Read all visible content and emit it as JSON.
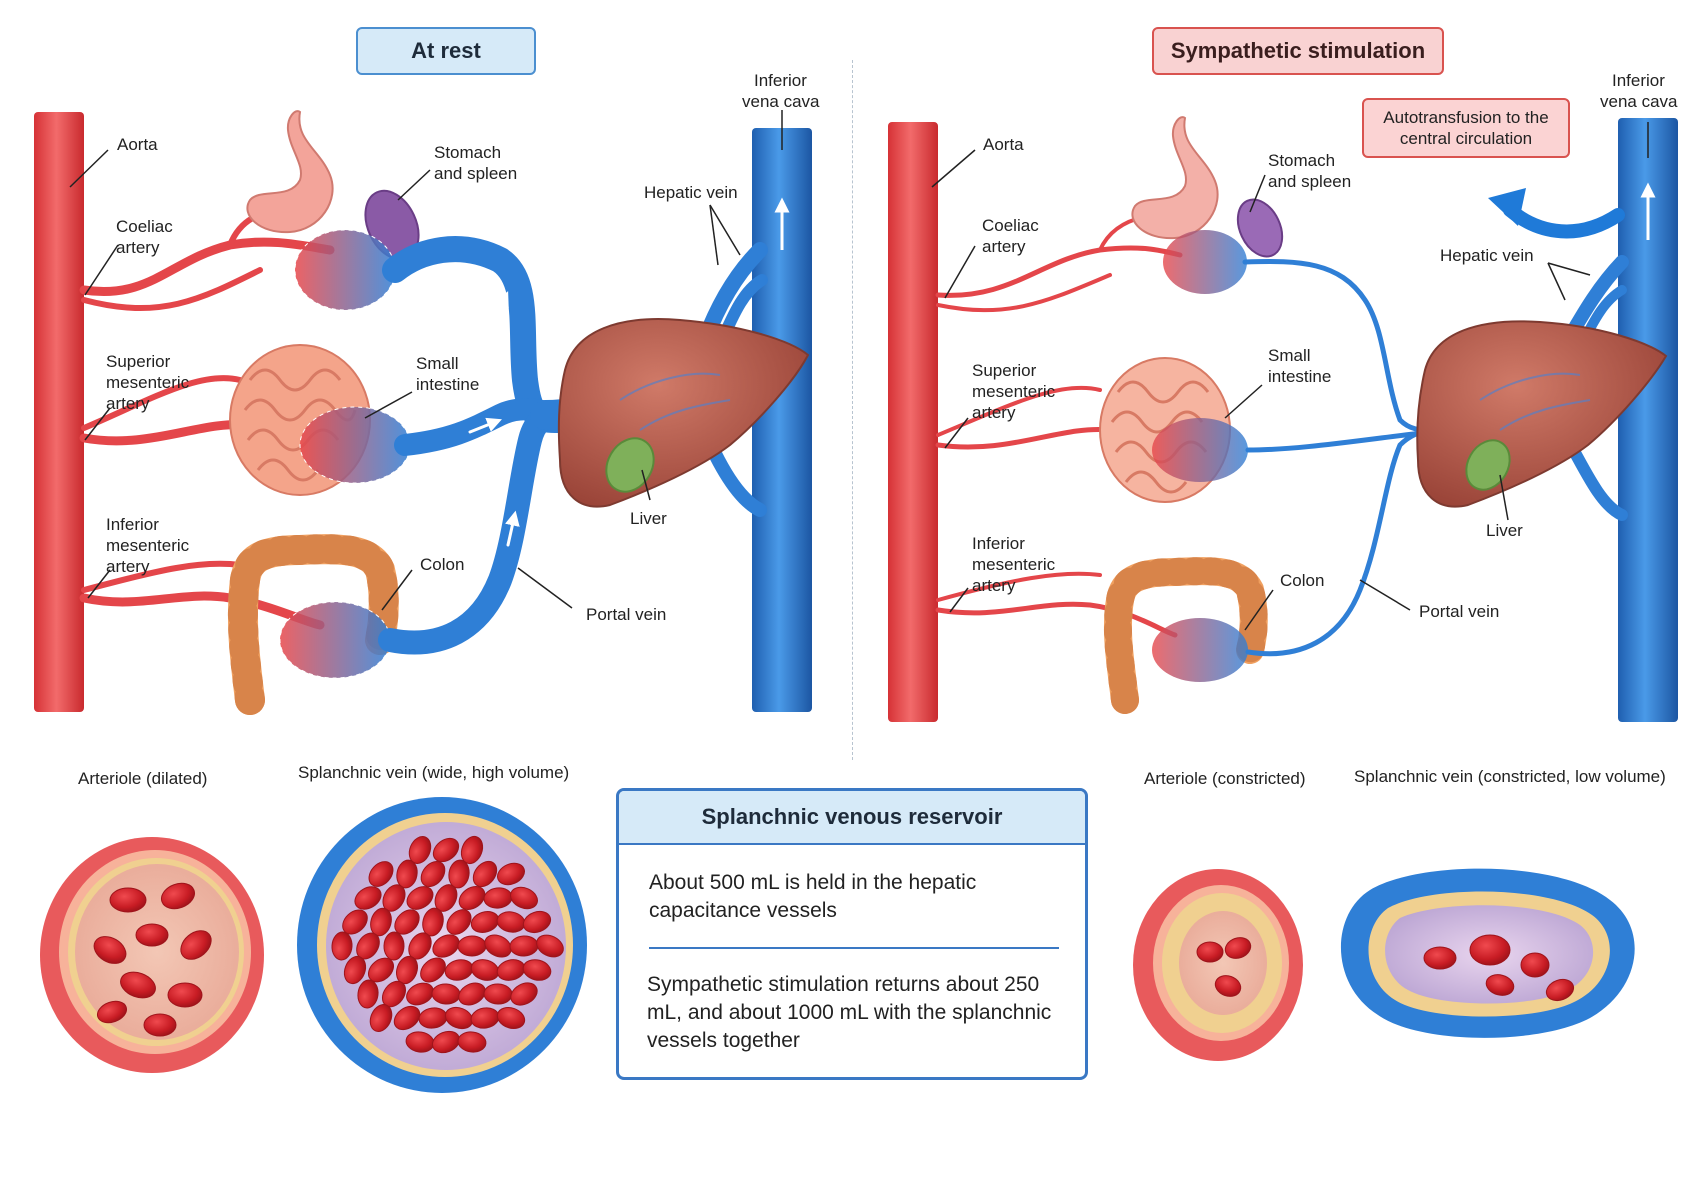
{
  "panels": {
    "rest": {
      "title": "At rest",
      "labels": {
        "aorta": "Aorta",
        "coeliac_1": "Coeliac",
        "coeliac_2": "artery",
        "sma_1": "Superior",
        "sma_2": "mesenteric",
        "sma_3": "artery",
        "ima_1": "Inferior",
        "ima_2": "mesenteric",
        "ima_3": "artery",
        "stomach_1": "Stomach",
        "stomach_2": "and spleen",
        "small_int_1": "Small",
        "small_int_2": "intestine",
        "colon": "Colon",
        "hepatic_vein": "Hepatic vein",
        "ivc_1": "Inferior",
        "ivc_2": "vena cava",
        "liver": "Liver",
        "portal_vein": "Portal vein"
      }
    },
    "symp": {
      "title": "Sympathetic stimulation",
      "autotransfusion": "Autotransfusion to the central circulation",
      "labels": {
        "aorta": "Aorta",
        "coeliac_1": "Coeliac",
        "coeliac_2": "artery",
        "sma_1": "Superior",
        "sma_2": "mesenteric",
        "sma_3": "artery",
        "ima_1": "Inferior",
        "ima_2": "mesenteric",
        "ima_3": "artery",
        "stomach_1": "Stomach",
        "stomach_2": "and spleen",
        "small_int_1": "Small",
        "small_int_2": "intestine",
        "colon": "Colon",
        "hepatic_vein": "Hepatic vein",
        "ivc_1": "Inferior",
        "ivc_2": "vena cava",
        "liver": "Liver",
        "portal_vein": "Portal vein"
      }
    }
  },
  "cross_sections": {
    "arteriole_dilated": "Arteriole (dilated)",
    "vein_wide": "Splanchnic vein (wide, high volume)",
    "arteriole_constricted": "Arteriole (constricted)",
    "vein_constricted": "Splanchnic vein (constricted, low volume)"
  },
  "reservoir": {
    "title": "Splanchnic venous reservoir",
    "text1": "About 500 mL is held in the hepatic capacitance vessels",
    "text2": "Sympathetic stimulation returns about 250 mL, and about 1000 mL with the splanchnic vessels together"
  },
  "colors": {
    "artery": "#e8474a",
    "artery_light": "#f47b7b",
    "vein": "#2f7fd6",
    "vein_dark": "#1f5fb0",
    "liver": "#b85a4a",
    "gallbladder": "#7fb05a",
    "stomach": "#f3a49a",
    "spleen": "#8a5aa6",
    "intestine": "#f4a48a",
    "colon": "#f0a060",
    "rbc": "#d0212a",
    "autotransfusion_arrow": "#1f7ad8"
  }
}
